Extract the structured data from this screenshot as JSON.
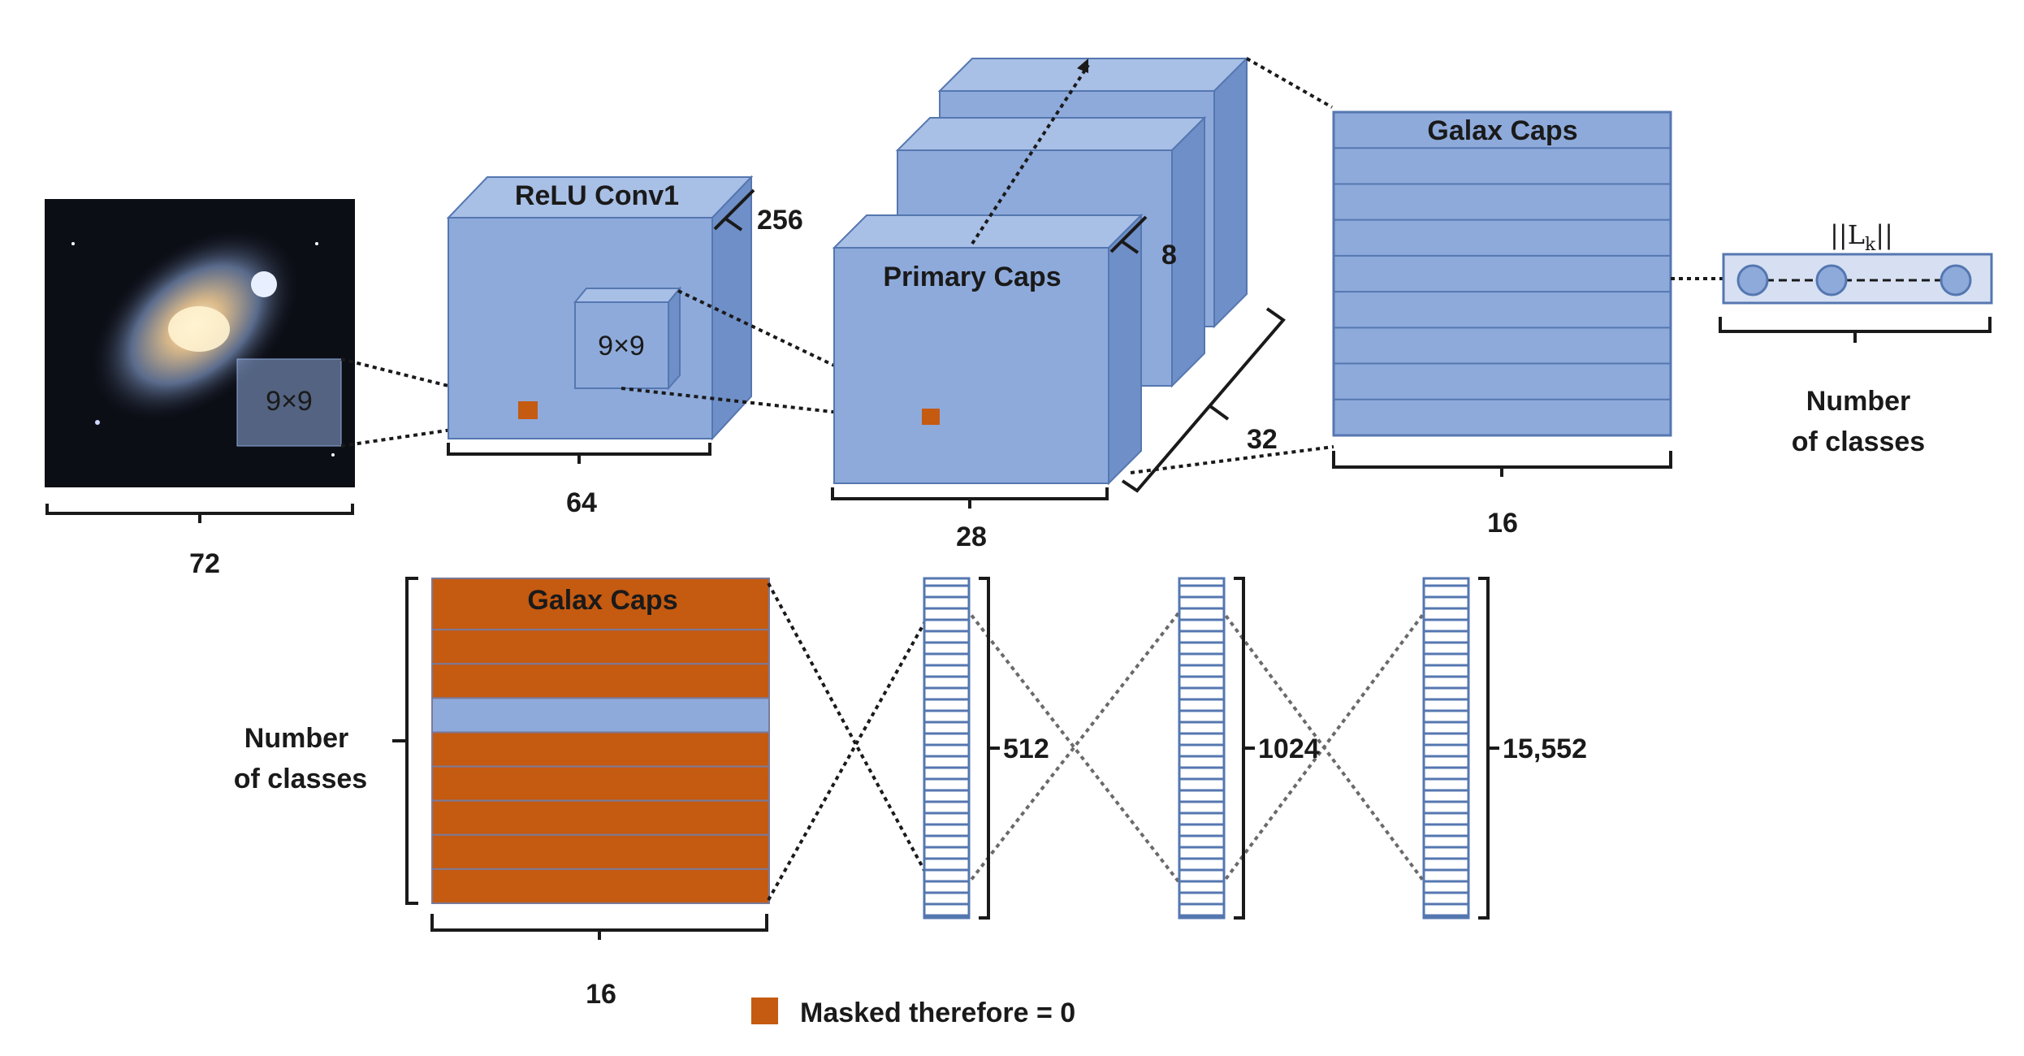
{
  "colors": {
    "block_front": "#8eaadb",
    "block_top": "#a8bfe6",
    "block_side": "#6f8fc8",
    "block_stroke": "#5577b0",
    "masked": "#c55a11",
    "unmasked": "#8eaadb",
    "line": "#1a1a1a"
  },
  "input": {
    "size_label": "72",
    "kernel_label": "9×9"
  },
  "conv1": {
    "title": "ReLU Conv1",
    "depth_label": "256",
    "width_label": "64",
    "kernel_label": "9×9"
  },
  "primary": {
    "title": "Primary Caps",
    "depth_label": "8",
    "width_label": "28",
    "count_label": "32"
  },
  "galax_top": {
    "title": "Galax Caps",
    "width_label": "16",
    "rows": 8
  },
  "output": {
    "norm_label": "||L",
    "norm_sub": "k",
    "norm_close": "||",
    "classes_line1": "Number",
    "classes_line2": "of classes"
  },
  "decoder": {
    "caps_title": "Galax Caps",
    "caps_width_label": "16",
    "classes_line1": "Number",
    "classes_line2": "of classes",
    "rows": [
      "masked",
      "masked",
      "masked",
      "unmasked",
      "masked",
      "masked",
      "masked",
      "masked",
      "masked"
    ],
    "layers": [
      {
        "label": "512"
      },
      {
        "label": "1024"
      },
      {
        "label": "15,552"
      }
    ]
  },
  "legend": {
    "text": "Masked therefore = 0"
  }
}
